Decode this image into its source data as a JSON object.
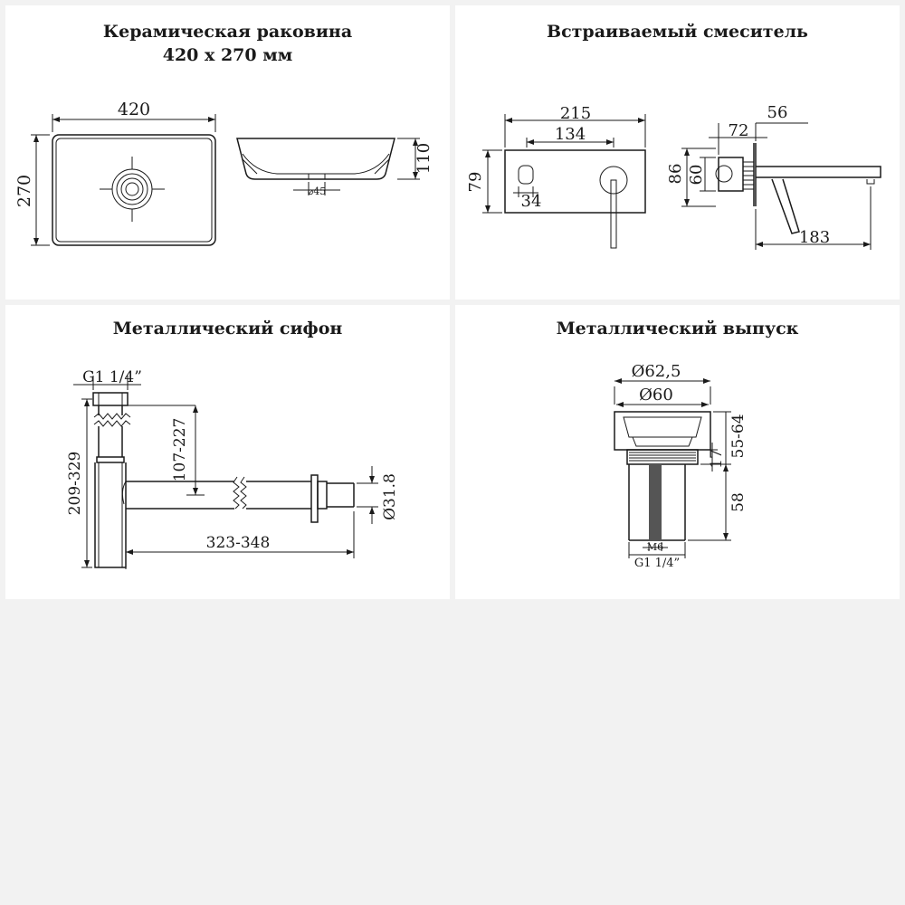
{
  "panels": {
    "sink": {
      "title_line1": "Керамическая раковина",
      "title_line2": "420 x 270 мм",
      "dims": {
        "width": "420",
        "depth": "270",
        "height": "110",
        "drain": "⌀45"
      }
    },
    "mixer": {
      "title": "Встраиваемый смеситель",
      "dims": {
        "plate_width": "215",
        "axis": "134",
        "plate_height": "79",
        "offset": "34",
        "depth_total": "72",
        "spout_right": "56",
        "h86": "86",
        "h60": "60",
        "spout_length": "183"
      }
    },
    "siphon": {
      "title": "Металлический сифон",
      "dims": {
        "thread": "G1 1/4”",
        "height_range": "209-329",
        "inner_range": "107-227",
        "length_range": "323-348",
        "pipe_diameter": "Ø31.8"
      }
    },
    "outlet": {
      "title": "Металлический выпуск",
      "dims": {
        "outer_diameter": "Ø62,5",
        "inner_diameter": "Ø60",
        "range": "55-64",
        "h17": "17",
        "h58": "58",
        "bolt": "M6",
        "thread": "G1 1/4”"
      }
    }
  }
}
